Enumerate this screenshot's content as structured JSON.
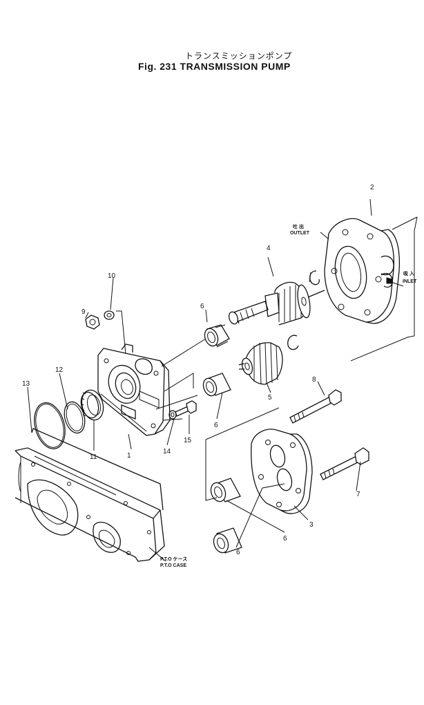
{
  "title": {
    "japanese": "トランスミッションポンプ",
    "english": "Fig. 231 TRANSMISSION PUMP"
  },
  "callouts": {
    "outlet_jp": "吐 出",
    "outlet": "OUTLET",
    "inlet_jp": "吸 入",
    "inlet": "INLET",
    "case_jp": "P.T.O ケース",
    "case": "P.T.O CASE"
  },
  "part_numbers": {
    "p1": "1",
    "p2": "2",
    "p3": "3",
    "p4": "4",
    "p5": "5",
    "p6a": "6",
    "p6b": "6",
    "p6c": "6",
    "p6d": "6",
    "p8": "8",
    "p6e": "6",
    "p7": "7",
    "p9": "9",
    "p10": "10",
    "p11": "11",
    "p12": "12",
    "p13": "13",
    "p14": "14",
    "p15": "15"
  }
}
